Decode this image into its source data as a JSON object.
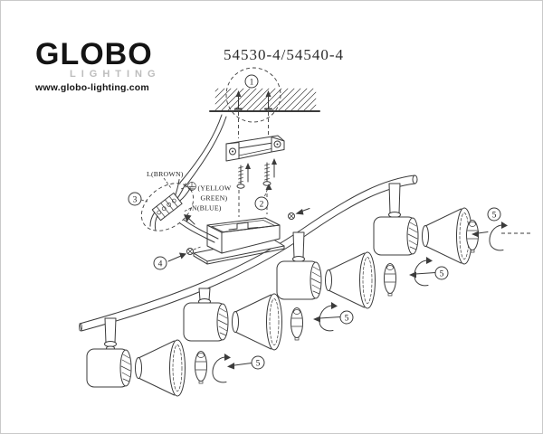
{
  "page": {
    "background": "#ffffff",
    "border_color": "#c9c9c9"
  },
  "header": {
    "logo_text": "GLOBO",
    "logo_subtext": "LIGHTING",
    "website": "www.globo-lighting.com",
    "model_number": "54530-4/54540-4"
  },
  "diagram": {
    "ink_color": "#3b3b3b",
    "logo_gray": "#bdbdbd",
    "callouts": {
      "step1": "1",
      "step2": "2",
      "step3": "3",
      "step4": "4",
      "step5": "5"
    },
    "wiring": {
      "live_label": "L(BROWN)",
      "earth_label_line1": "(YELLOW",
      "earth_label_line2": "GREEN)",
      "neutral_label": "N(BLUE)"
    }
  }
}
